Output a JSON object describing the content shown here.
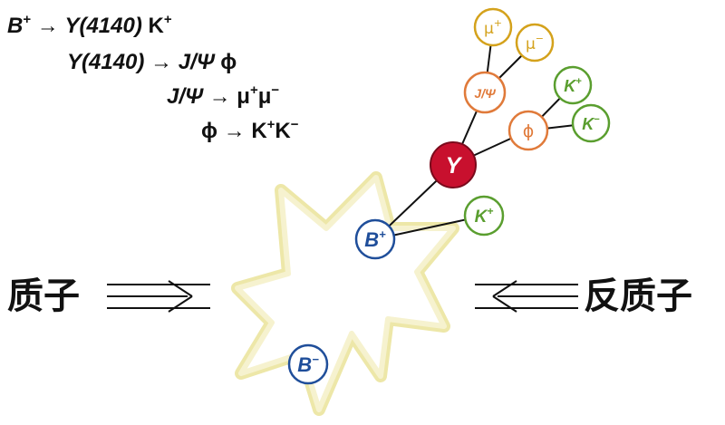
{
  "equations": [
    {
      "parts": [
        {
          "t": "B",
          "i": true
        },
        {
          "t": "+",
          "sup": true
        },
        {
          "t": " → "
        },
        {
          "t": "Y(4140)",
          "i": true
        },
        {
          "t": " K"
        },
        {
          "t": "+",
          "sup": true
        }
      ]
    },
    {
      "parts": [
        {
          "t": "Y(4140)",
          "i": true
        },
        {
          "t": " → "
        },
        {
          "t": "J/Ψ",
          "i": true
        },
        {
          "t": " ϕ"
        }
      ]
    },
    {
      "parts": [
        {
          "t": "J/Ψ",
          "i": true
        },
        {
          "t": " → μ"
        },
        {
          "t": "+",
          "sup": true
        },
        {
          "t": "μ"
        },
        {
          "t": "−",
          "sup": true
        }
      ]
    },
    {
      "parts": [
        {
          "t": "ϕ → K"
        },
        {
          "t": "+",
          "sup": true
        },
        {
          "t": "K"
        },
        {
          "t": "−",
          "sup": true
        }
      ]
    }
  ],
  "particles": {
    "b_plus": {
      "base": "B",
      "sup": "+"
    },
    "b_minus": {
      "base": "B",
      "sup": "−"
    },
    "y": {
      "base": "Y",
      "sup": ""
    },
    "k_plus": {
      "base": "K",
      "sup": "+"
    },
    "jpsi": {
      "base": "J/Ψ",
      "sup": ""
    },
    "phi": {
      "base": "ϕ",
      "sup": ""
    },
    "mu_plus": {
      "base": "μ",
      "sup": "+"
    },
    "mu_minus": {
      "base": "μ",
      "sup": "−"
    },
    "k_plus_2": {
      "base": "K",
      "sup": "+"
    },
    "k_minus": {
      "base": "K",
      "sup": "−"
    }
  },
  "labels": {
    "proton": "质子",
    "antiproton": "反质子"
  },
  "colors": {
    "b_meson": "#1f4e9a",
    "y": "#c8102e",
    "kaon": "#5a9e2f",
    "charmonium": "#e07a3a",
    "muon": "#d4a21c",
    "burst": "#ede7a8",
    "line": "#111111"
  }
}
